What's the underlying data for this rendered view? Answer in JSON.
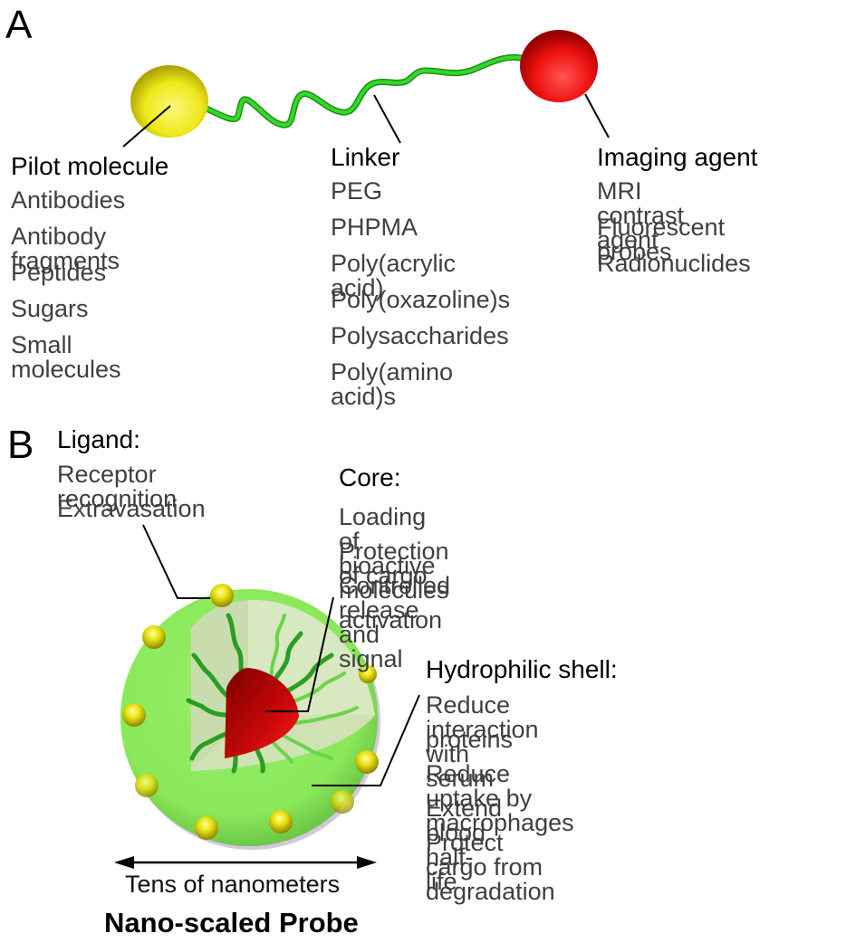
{
  "panels": {
    "a": {
      "letter": "A",
      "pilot": {
        "heading": "Pilot molecule",
        "items": [
          "Antibodies",
          "Antibody fragments",
          "Peptides",
          "Sugars",
          "Small molecules"
        ]
      },
      "linker": {
        "heading": "Linker",
        "items": [
          "PEG",
          "PHPMA",
          "Poly(acrylic acid)",
          "Poly(oxazoline)s",
          "Polysaccharides",
          "Poly(amino acid)s"
        ]
      },
      "imaging": {
        "heading": "Imaging agent",
        "items": [
          "MRI contrast agent",
          "Fluorescent probes",
          "Radionuclides"
        ]
      }
    },
    "b": {
      "letter": "B",
      "ligand": {
        "heading": "Ligand:",
        "items": [
          "Receptor recognition",
          "Extravasation"
        ]
      },
      "core": {
        "heading": "Core:",
        "items": [
          "Loading of bioactive molecules",
          "Protection of cargo",
          "Controlled release and signal",
          "activation"
        ]
      },
      "shell": {
        "heading": "Hydrophilic shell:",
        "items": [
          "Reduce interaction with serum",
          "proteins",
          "Reduce uptake by macrophages",
          "Extend blood half-life",
          "Protect cargo from degradation"
        ]
      },
      "scale_label": "Tens of nanometers",
      "title": "Nano-scaled Probe"
    }
  },
  "colors": {
    "pilot_sphere": "#f2ec1a",
    "imaging_sphere": "#ee1111",
    "linker": "#22c41c",
    "shell": "#8ee65a",
    "core": "#c00d0d",
    "ligand_bead": "#e8e010"
  }
}
